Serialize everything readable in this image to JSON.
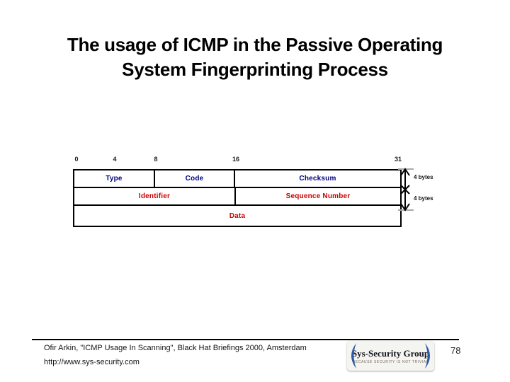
{
  "slide": {
    "title_line1": "The usage of ICMP in the Passive Operating",
    "title_line2": "System Fingerprinting Process"
  },
  "diagram": {
    "bit_labels": [
      "0",
      "4",
      "8",
      "16",
      "31"
    ],
    "header_fields": [
      "Type",
      "Code",
      "Checksum"
    ],
    "middle_fields": [
      "Identifier",
      "Sequence Number"
    ],
    "data_field": "Data",
    "byte_labels": [
      "4 bytes",
      "4 bytes"
    ],
    "colors": {
      "header_text": "#000080",
      "field_text": "#cc0000",
      "border": "#000000"
    }
  },
  "footer": {
    "citation": "Ofir Arkin, \"ICMP Usage In Scanning\", Black Hat Briefings 2000, Amsterdam",
    "url": "http://www.sys-security.com",
    "page_number": "78",
    "logo": {
      "name": "Sys-Security Group",
      "tagline": "BECAUSE SECURITY IS NOT TRIVIAL",
      "accent_color": "#2d59a8"
    }
  }
}
